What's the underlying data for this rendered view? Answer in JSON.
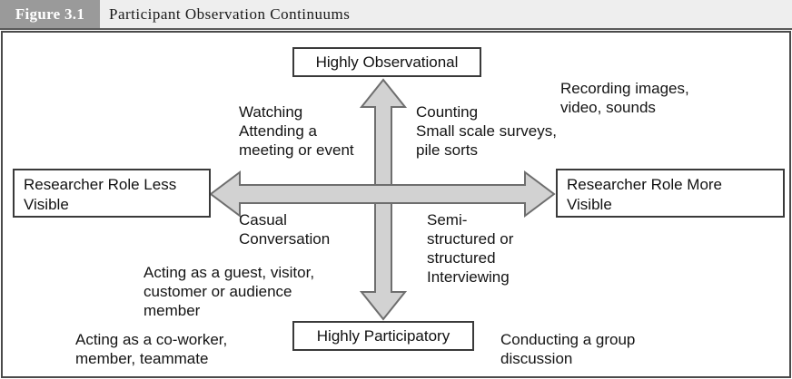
{
  "header": {
    "figure_number": "Figure 3.1",
    "title": "Participant Observation Continuums"
  },
  "diagram": {
    "type": "two-axis-continuum",
    "axes": {
      "vertical": {
        "top_pole": "Highly Observational",
        "bottom_pole": "Highly Participatory"
      },
      "horizontal": {
        "left_pole": "Researcher Role Less\nVisible",
        "right_pole": "Researcher Role More\nVisible"
      }
    },
    "poles": {
      "highly_observational": "Highly Observational",
      "highly_participatory": "Highly Participatory",
      "role_less_visible_line1": "Researcher Role Less",
      "role_less_visible_line2": "Visible",
      "role_more_visible_line1": "Researcher Role More",
      "role_more_visible_line2": "Visible"
    },
    "annotations": {
      "upper_left": "Watching\nAttending a\nmeeting or event",
      "upper_middle_right": "Counting\nSmall scale surveys,\npile sorts",
      "upper_right": "Recording images,\nvideo, sounds",
      "lower_left_inner": "Casual\nConversation",
      "lower_right_inner": "Semi-\nstructured or\nstructured\nInterviewing",
      "lower_left_outer": "Acting as a guest, visitor,\ncustomer or audience\nmember",
      "bottom_left_outer": "Acting as a co-worker,\nmember, teammate",
      "bottom_right_outer": "Conducting a group\ndiscussion"
    },
    "colors": {
      "arrow_fill": "#d2d2d2",
      "arrow_stroke": "#6e6e6e",
      "box_border": "#3a3a3a",
      "frame_border": "#4a4a4a",
      "header_badge_bg": "#9a9a9a",
      "header_bar_bg": "#eeeeee",
      "text": "#141414",
      "page_bg": "#ffffff"
    },
    "icons": {
      "vertical_arrow": "double-headed-vertical-arrow-icon",
      "horizontal_arrow": "double-headed-horizontal-arrow-icon"
    }
  }
}
